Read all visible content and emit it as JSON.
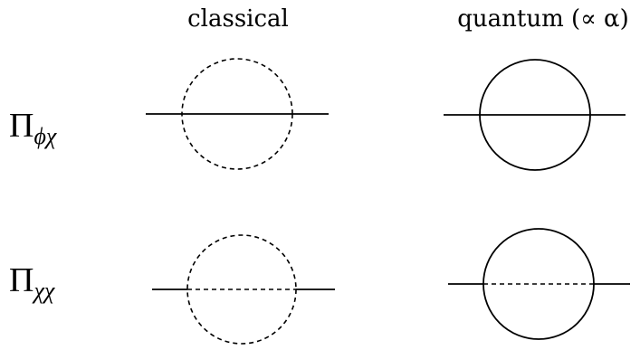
{
  "columns": {
    "classical": "classical",
    "quantum": "quantum (∝ α)"
  },
  "rows": {
    "phi_chi": {
      "symbol": "Π",
      "subscript": "ϕχ"
    },
    "chi_chi": {
      "symbol": "Π",
      "subscript": "χχ"
    }
  },
  "diagrams": {
    "phi_chi_classical": {
      "loop": "dashed",
      "propagator": "solid",
      "legs": "solid"
    },
    "phi_chi_quantum": {
      "loop": "solid",
      "propagator": "solid",
      "legs": "solid"
    },
    "chi_chi_classical": {
      "loop": "dashed",
      "propagator": "dashed",
      "legs": "solid"
    },
    "chi_chi_quantum": {
      "loop": "solid",
      "propagator": "dashed",
      "legs": "solid"
    }
  }
}
